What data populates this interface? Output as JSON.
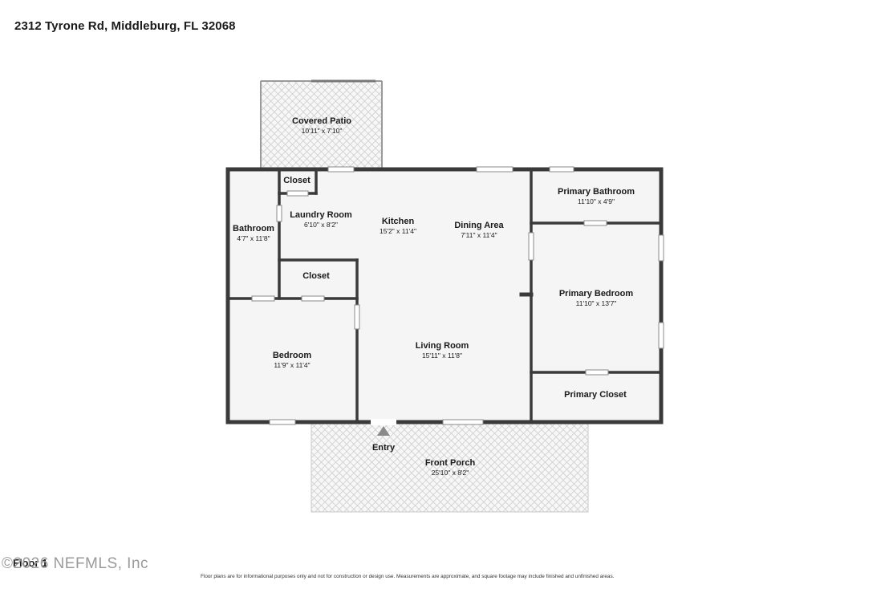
{
  "header": {
    "address": "2312 Tyrone Rd, Middleburg, FL 32068"
  },
  "rooms": {
    "covered_patio": {
      "name": "Covered Patio",
      "dims": "10'11\" x 7'10\""
    },
    "closet_laundry": {
      "name": "Closet"
    },
    "laundry_room": {
      "name": "Laundry Room",
      "dims": "6'10\" x 8'2\""
    },
    "kitchen": {
      "name": "Kitchen",
      "dims": "15'2\" x 11'4\""
    },
    "dining_area": {
      "name": "Dining Area",
      "dims": "7'11\" x 11'4\""
    },
    "primary_bathroom": {
      "name": "Primary Bathroom",
      "dims": "11'10\" x 4'9\""
    },
    "bathroom": {
      "name": "Bathroom",
      "dims": "4'7\" x 11'8\""
    },
    "closet_hall": {
      "name": "Closet"
    },
    "primary_bedroom": {
      "name": "Primary Bedroom",
      "dims": "11'10\" x 13'7\""
    },
    "bedroom": {
      "name": "Bedroom",
      "dims": "11'9\" x 11'4\""
    },
    "living_room": {
      "name": "Living Room",
      "dims": "15'11\" x 11'8\""
    },
    "primary_closet": {
      "name": "Primary Closet"
    },
    "entry": {
      "name": "Entry"
    },
    "front_porch": {
      "name": "Front Porch",
      "dims": "25'10\" x 8'2\""
    }
  },
  "footer": {
    "floor_label": "Floor 1",
    "watermark": "©2026 NEFMLS, Inc",
    "disclaimer": "Floor plans are for informational purposes only and not for construction or design use. Measurements are approximate, and square footage may include finished and unfinished areas."
  },
  "colors": {
    "wall": "#3a3a3a",
    "floor": "#f5f5f5",
    "paving": "#c9c9c9"
  }
}
